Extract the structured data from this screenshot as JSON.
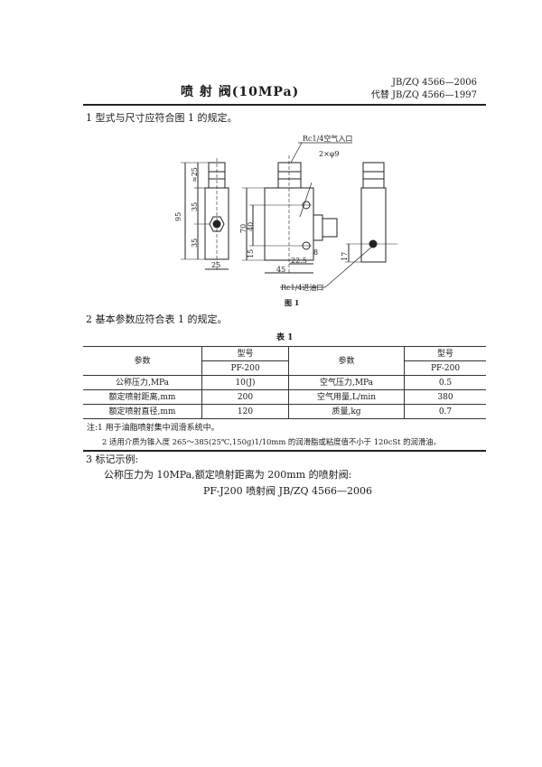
{
  "header": {
    "standard_no": "JB/ZQ 4566—2006",
    "replaces": "代替 JB/ZQ 4566—1997",
    "title": "喷 射 阀(10MPa)"
  },
  "section1": {
    "text": "1  型式与尺寸应符合图 1 的规定。"
  },
  "figure": {
    "caption": "图 1",
    "labels": {
      "air_inlet": "Rc1/4空气入口",
      "holes": "2×φ9",
      "oil_inlet": "Rc1/4进油口"
    },
    "dimensions": {
      "d95": "95",
      "d25top": "≈25",
      "d35a": "35",
      "d35b": "35",
      "d25w": "25",
      "d70": "70",
      "d40": "40",
      "d15": "15",
      "d8": "8",
      "d22_5": "22.5",
      "d45": "45",
      "d17": "17"
    }
  },
  "section2": {
    "text": "2  基本参数应符合表 1 的规定。"
  },
  "table": {
    "caption": "表 1",
    "param_header": "参数",
    "model_header": "型号",
    "model": "PF-200",
    "left_rows": [
      {
        "param": "公称压力,MPa",
        "value": "10(J)"
      },
      {
        "param": "额定喷射距离,mm",
        "value": "200"
      },
      {
        "param": "额定喷射直径,mm",
        "value": "120"
      }
    ],
    "right_rows": [
      {
        "param": "空气压力,MPa",
        "value": "0.5"
      },
      {
        "param": "空气用量,L/min",
        "value": "380"
      },
      {
        "param": "质量,kg",
        "value": "0.7"
      }
    ],
    "notes": [
      "注:1  用于油脂喷射集中润滑系统中。",
      "2  适用介质为锥入度 265～385(25℃,150g)1/10mm 的润滑脂或粘度值不小于 120cSt 的润滑油。"
    ]
  },
  "section3": {
    "heading": "3  标记示例:",
    "example": "公称压力为 10MPa,额定喷射距离为 200mm 的喷射阀:",
    "marking": "PF-J200   喷射阀   JB/ZQ 4566—2006"
  }
}
